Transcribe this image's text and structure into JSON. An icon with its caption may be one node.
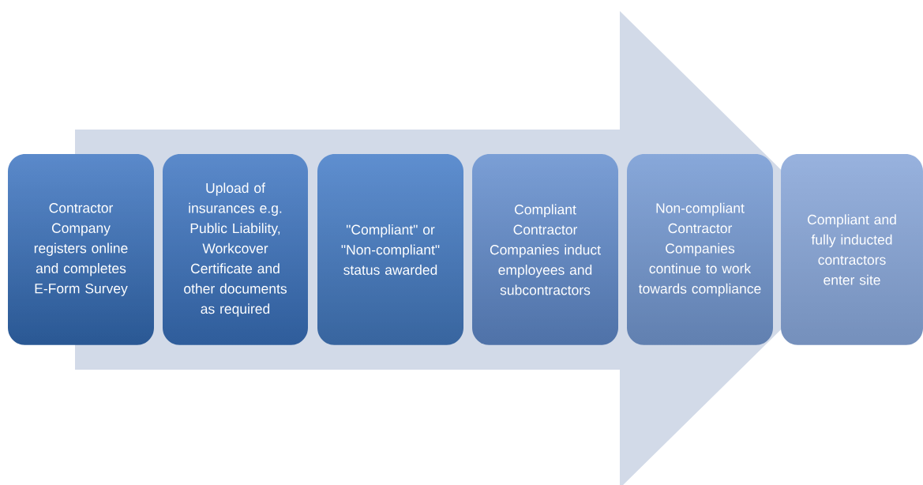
{
  "diagram": {
    "nodes": [
      {
        "text": [
          "Contractor Company registers online and completes E-Form Survey"
        ]
      },
      {
        "text": [
          "Upload of insurances e.g. Public Liability, Workcover Certificate and other documents as required"
        ]
      },
      {
        "text": [
          "\"Compliant\" or \"Non-compliant\" status awarded"
        ]
      },
      {
        "text": [
          "Compliant Contractor Companies induct employees and subcontractors"
        ]
      },
      {
        "text": [
          "Non-compliant Contractor Companies continue to work towards compliance"
        ]
      },
      {
        "text": [
          "Compliant and fully inducted contractors enter site"
        ]
      }
    ],
    "edges": [
      {
        "from": 0,
        "to": 5,
        "arrow": "to"
      }
    ]
  }
}
